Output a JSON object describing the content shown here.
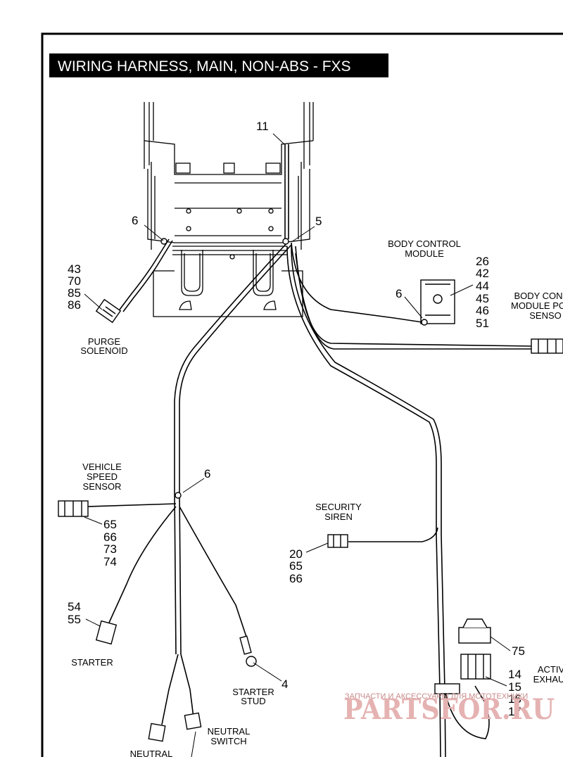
{
  "title": "WIRING HARNESS, MAIN, NON-ABS - FXS",
  "components": {
    "body_control_module": {
      "label": [
        "BODY CONTROL",
        "MODULE"
      ],
      "refs": [
        "26",
        "42",
        "44",
        "45",
        "46",
        "51"
      ],
      "ref6": "6"
    },
    "bcm_power_sensor": {
      "label": [
        "BODY CON",
        "MODULE PO",
        "SENSO"
      ]
    },
    "purge_solenoid": {
      "label": [
        "PURGE",
        "SOLENOID"
      ],
      "refs": [
        "43",
        "70",
        "85",
        "86"
      ]
    },
    "vehicle_speed_sensor": {
      "label": [
        "VEHICLE",
        "SPEED",
        "SENSOR"
      ],
      "refs": [
        "65",
        "66",
        "73",
        "74"
      ]
    },
    "security_siren": {
      "label": [
        "SECURITY",
        "SIREN"
      ],
      "refs": [
        "20",
        "65",
        "66"
      ]
    },
    "starter": {
      "label": [
        "STARTER"
      ],
      "refs": [
        "54",
        "55"
      ]
    },
    "starter_stud": {
      "label": [
        "STARTER",
        "STUD"
      ],
      "ref": "4"
    },
    "neutral_switch": {
      "label": [
        "NEUTRAL",
        "SWITCH"
      ]
    },
    "neutral": {
      "label": [
        "NEUTRAL"
      ]
    },
    "active_exhaust": {
      "label": [
        "ACTIV",
        "EXHAU"
      ],
      "refs": [
        "14",
        "15",
        "16",
        "17"
      ],
      "ref_cap": "75"
    },
    "frame": {
      "ref_top": "11",
      "ref_left": "6",
      "ref_right": "5",
      "ref_mid": "6"
    }
  },
  "watermark": {
    "small": "ЗАПЧАСТИ И АКСЕССУАРЫ ДЛЯ МОТОТЕХНИКИ",
    "big": "PARTSFOR.RU"
  }
}
